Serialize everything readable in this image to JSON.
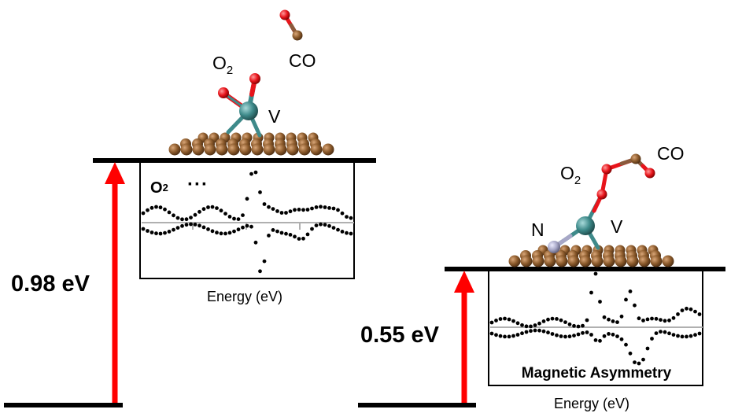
{
  "left_panel": {
    "barrier_label": "0.98 eV",
    "adsorbate_label": "O",
    "adsorbate_subscript": "2",
    "gas_label": "CO",
    "metal_label": "V",
    "inset_legend_label": "O",
    "inset_legend_superscript": "2",
    "inset_legend_marker": "···",
    "inset_xlabel": "Energy (eV)"
  },
  "right_panel": {
    "barrier_label": "0.55 eV",
    "adsorbate_label": "O",
    "adsorbate_subscript": "2",
    "gas_label": "CO",
    "metal_label": "V",
    "dopant_label": "N",
    "inset_title": "Magnetic Asymmetry",
    "inset_xlabel": "Energy (eV)"
  },
  "colors": {
    "arrow": "#ff0000",
    "oxygen": "#e8141b",
    "carbon_co": "#8a5a3c",
    "graphene": "#8b5a2b",
    "vanadium": "#3e8a8a",
    "nitrogen": "#a7a7c7",
    "baseline": "#b0b0b0"
  }
}
